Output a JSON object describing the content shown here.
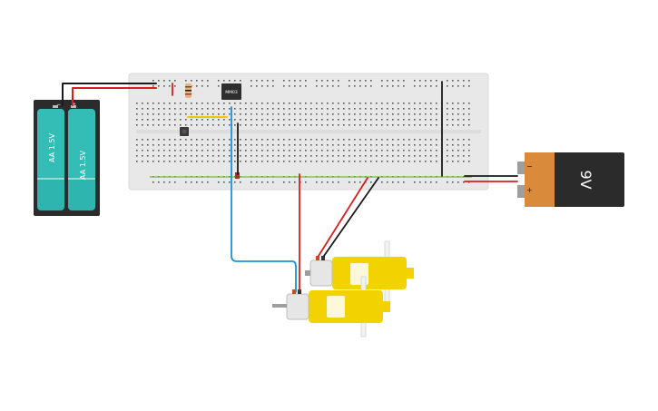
{
  "battery_pack": {
    "cells": [
      {
        "label": "AA 1.5V"
      },
      {
        "label": "AA 1.5V"
      }
    ],
    "positive_sign": "+",
    "negative_sign": "−",
    "body_color": "#2b2b2b",
    "cell_color": "#2fb5b0"
  },
  "battery_9v": {
    "label": "9V",
    "minus_sign": "−",
    "plus_sign": "+",
    "body_color": "#2b2b2b",
    "wrap_color": "#d98a3a"
  },
  "ic_chip": {
    "label": "MM03"
  },
  "wire_colors": {
    "red": "#d61f1f",
    "black": "#1a1a1a",
    "blue": "#1e90d6",
    "yellow": "#f1c40f",
    "green_rail": "#6fbf3f"
  },
  "motor": {
    "body_color": "#f2d200"
  },
  "breadboard": {
    "color": "#e9e9e9"
  }
}
